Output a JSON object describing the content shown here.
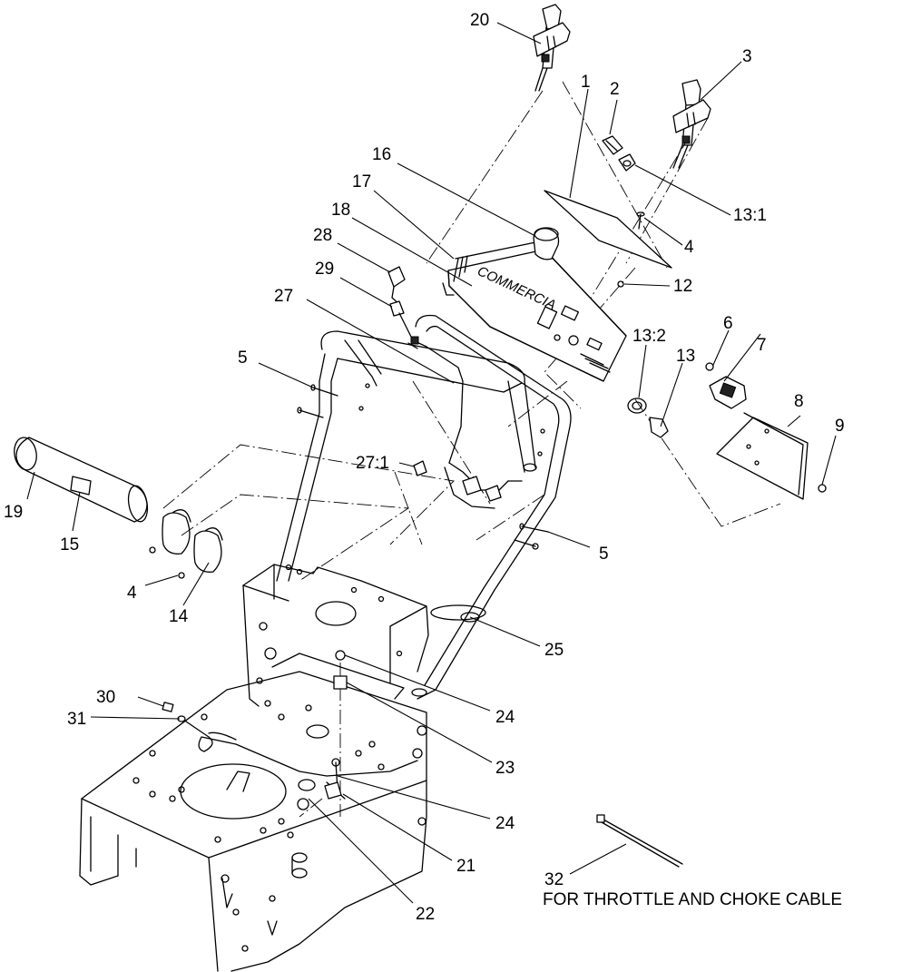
{
  "brand_text": "COMMERCIA",
  "note": "FOR THROTTLE AND CHOKE CABLE",
  "callouts": [
    {
      "id": "20",
      "label": "20"
    },
    {
      "id": "3",
      "label": "3"
    },
    {
      "id": "1",
      "label": "1"
    },
    {
      "id": "2",
      "label": "2"
    },
    {
      "id": "13-1",
      "label": "13:1"
    },
    {
      "id": "16",
      "label": "16"
    },
    {
      "id": "17",
      "label": "17"
    },
    {
      "id": "4-top",
      "label": "4"
    },
    {
      "id": "18",
      "label": "18"
    },
    {
      "id": "28",
      "label": "28"
    },
    {
      "id": "12",
      "label": "12"
    },
    {
      "id": "29",
      "label": "29"
    },
    {
      "id": "27",
      "label": "27"
    },
    {
      "id": "13-2",
      "label": "13:2"
    },
    {
      "id": "13",
      "label": "13"
    },
    {
      "id": "6",
      "label": "6"
    },
    {
      "id": "7",
      "label": "7"
    },
    {
      "id": "5-left",
      "label": "5"
    },
    {
      "id": "8",
      "label": "8"
    },
    {
      "id": "9",
      "label": "9"
    },
    {
      "id": "27-1",
      "label": "27:1"
    },
    {
      "id": "19",
      "label": "19"
    },
    {
      "id": "15",
      "label": "15"
    },
    {
      "id": "5-right",
      "label": "5"
    },
    {
      "id": "4-left",
      "label": "4"
    },
    {
      "id": "14",
      "label": "14"
    },
    {
      "id": "25",
      "label": "25"
    },
    {
      "id": "30",
      "label": "30"
    },
    {
      "id": "31",
      "label": "31"
    },
    {
      "id": "24-a",
      "label": "24"
    },
    {
      "id": "23",
      "label": "23"
    },
    {
      "id": "24-b",
      "label": "24"
    },
    {
      "id": "21",
      "label": "21"
    },
    {
      "id": "32",
      "label": "32"
    },
    {
      "id": "22",
      "label": "22"
    }
  ]
}
